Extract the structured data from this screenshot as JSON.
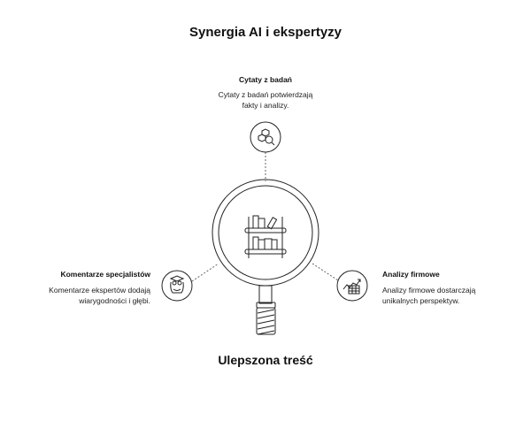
{
  "title": "Synergia AI i ekspertyzy",
  "center": {
    "label": "Ulepszona treść",
    "icon": "bookshelf-icon"
  },
  "nodes": {
    "top": {
      "label": "Cytaty z badań",
      "desc1": "Cytaty z badań potwierdzają",
      "desc2": "fakty i analizy.",
      "icon": "molecule-search-icon"
    },
    "left": {
      "label": "Komentarze specjalistów",
      "desc1": "Komentarze ekspertów dodają",
      "desc2": "wiarygodności i głębi.",
      "icon": "owl-graduate-icon"
    },
    "right": {
      "label": "Analizy firmowe",
      "desc1": "Analizy firmowe dostarczają",
      "desc2": "unikalnych perspektyw.",
      "icon": "chart-table-icon"
    }
  }
}
